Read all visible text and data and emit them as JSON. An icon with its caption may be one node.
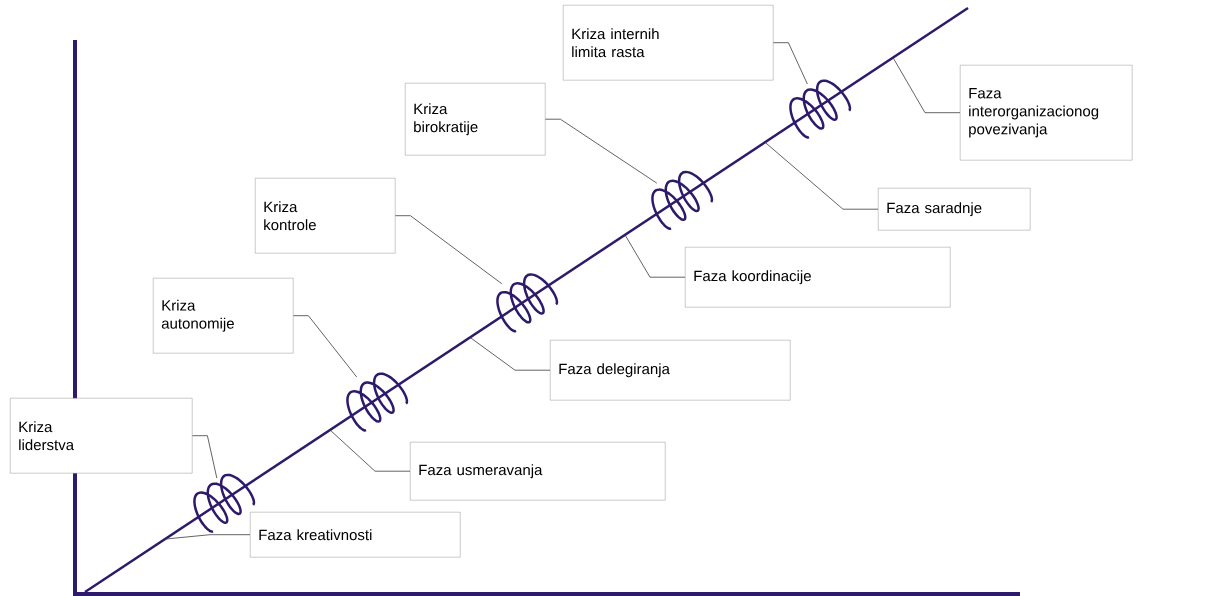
{
  "diagram": {
    "nodes": [
      {
        "text": [
          "Kriza internih limita rasta"
        ]
      },
      {
        "text": [
          "Faza interorganizacionog povezivanja"
        ]
      },
      {
        "text": [
          "Kriza birokratije"
        ]
      },
      {
        "text": [
          "Faza saradnje"
        ]
      },
      {
        "text": [
          "Kriza kontrole"
        ]
      },
      {
        "text": [
          "Faza koordinacije"
        ]
      },
      {
        "text": [
          "Kriza autonomije"
        ]
      },
      {
        "text": [
          "Faza delegiranja"
        ]
      },
      {
        "text": [
          "Kriza liderstva"
        ]
      },
      {
        "text": [
          "Faza usmeravanja"
        ]
      },
      {
        "text": [
          "Faza kreativnosti"
        ]
      },
      {
        "text": [],
        "shape": "coil"
      },
      {
        "text": [],
        "shape": "coil"
      },
      {
        "text": [],
        "shape": "coil"
      },
      {
        "text": [],
        "shape": "coil"
      },
      {
        "text": [],
        "shape": "coil"
      }
    ],
    "edges": [
      {
        "from": 0,
        "to": 15,
        "arrow": "none"
      },
      {
        "from": 2,
        "to": 14,
        "arrow": "none"
      },
      {
        "from": 4,
        "to": 13,
        "arrow": "none"
      },
      {
        "from": 6,
        "to": 12,
        "arrow": "none"
      },
      {
        "from": 8,
        "to": 11,
        "arrow": "none"
      },
      {
        "from": 1,
        "to": null,
        "arrow": "none"
      },
      {
        "from": 3,
        "to": null,
        "arrow": "none"
      },
      {
        "from": 5,
        "to": null,
        "arrow": "none"
      },
      {
        "from": 7,
        "to": null,
        "arrow": "none"
      },
      {
        "from": 9,
        "to": null,
        "arrow": "none"
      },
      {
        "from": 10,
        "to": null,
        "arrow": "none"
      }
    ]
  }
}
